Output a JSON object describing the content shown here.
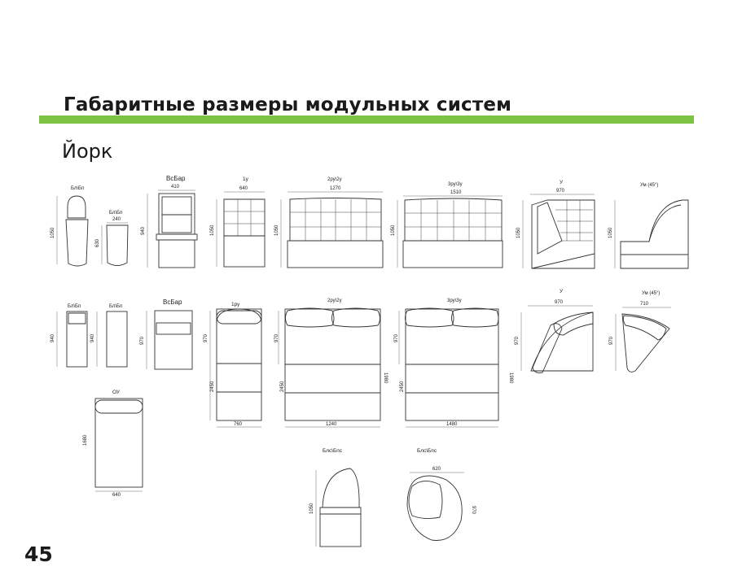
{
  "title": "Габаритные размеры модульных систем",
  "subtitle": "Йорк",
  "page_number": "45",
  "accent_color": "#7dc242",
  "row1": {
    "bl1": {
      "label": "Бл\\Бп",
      "height": "1050"
    },
    "bl2": {
      "label": "Бл\\Бп",
      "width": "240",
      "height": "630"
    },
    "vsbar": {
      "label": "ВсБар",
      "width": "410",
      "height": "940"
    },
    "m1u": {
      "label": "1у",
      "width": "640",
      "height": "1050"
    },
    "m2ru": {
      "label": "2ру\\2у",
      "width": "1270",
      "height": "1050"
    },
    "m3ru": {
      "label": "3ру\\3у",
      "width": "1510",
      "height": "1050"
    },
    "u": {
      "label": "У",
      "width": "970",
      "height": "1050"
    },
    "um": {
      "label": "Ум (45°)",
      "height": "1050"
    }
  },
  "row2": {
    "bl1": {
      "label": "Бл\\Бп",
      "height": "940"
    },
    "bl2": {
      "label": "Бл\\Бп",
      "height": "940"
    },
    "vsbar": {
      "label": "ВсБар",
      "height": "970"
    },
    "m1ru": {
      "label": "1ру",
      "depth": "970",
      "length": "2450",
      "width": "760"
    },
    "m2ru": {
      "label": "2ру\\2у",
      "depth": "970",
      "length": "2450",
      "full": "1980",
      "width": "1240"
    },
    "m3ru": {
      "label": "3ру\\3у",
      "depth": "970",
      "length": "2450",
      "full": "1980",
      "width": "1480"
    },
    "u": {
      "label": "У",
      "width": "970",
      "depth": "970"
    },
    "um": {
      "label": "Ум (45°)",
      "width": "710",
      "depth": "970"
    }
  },
  "row3": {
    "ou": {
      "label": "ОУ",
      "length": "1680",
      "width": "640"
    },
    "bls1": {
      "label": "Блс\\Бпс",
      "height": "1050"
    },
    "bls2": {
      "label": "Блс\\Бпс",
      "width": "620",
      "depth": "970"
    }
  }
}
